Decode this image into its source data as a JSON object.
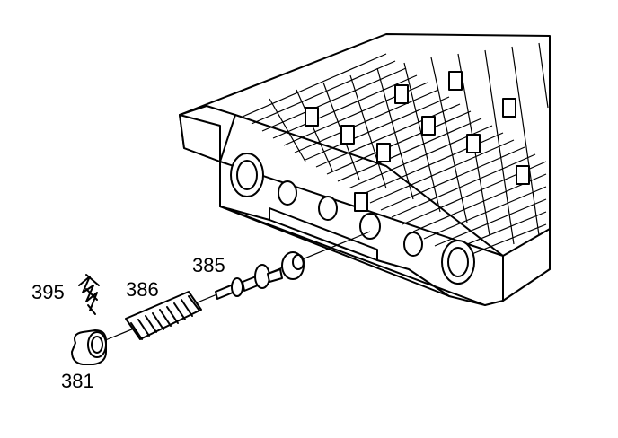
{
  "diagram": {
    "labels": [
      {
        "key": "395",
        "text": "395"
      },
      {
        "key": "386",
        "text": "386"
      },
      {
        "key": "385",
        "text": "385"
      },
      {
        "key": "381",
        "text": "381"
      }
    ]
  }
}
